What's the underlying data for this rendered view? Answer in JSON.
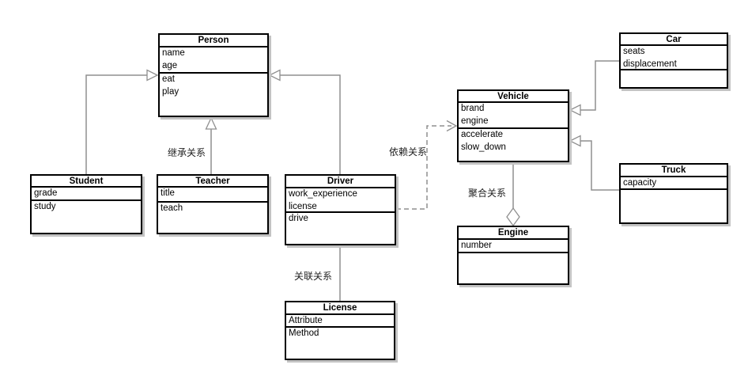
{
  "classes": {
    "person": {
      "name": "Person",
      "attributes": "name\nage",
      "methods": "eat\nplay"
    },
    "student": {
      "name": "Student",
      "attributes": "grade",
      "methods": "study"
    },
    "teacher": {
      "name": "Teacher",
      "attributes": "title",
      "methods": "teach"
    },
    "driver": {
      "name": "Driver",
      "attributes": "work_experience\nlicense",
      "methods": "drive"
    },
    "license": {
      "name": "License",
      "attributes": "Attribute",
      "methods": "Method"
    },
    "vehicle": {
      "name": "Vehicle",
      "attributes": "brand\nengine",
      "methods": "accelerate\nslow_down"
    },
    "engine": {
      "name": "Engine",
      "attributes": "number",
      "methods": ""
    },
    "car": {
      "name": "Car",
      "attributes": "seats\ndisplacement",
      "methods": ""
    },
    "truck": {
      "name": "Truck",
      "attributes": "capacity",
      "methods": ""
    }
  },
  "relationship_labels": {
    "inheritance": "继承关系",
    "dependency": "依赖关系",
    "association": "关联关系",
    "aggregation": "聚合关系"
  },
  "colors": {
    "box_border": "#000000",
    "connector": "#8f8f8f",
    "background": "#ffffff",
    "shadow": "#c3c3c3"
  }
}
